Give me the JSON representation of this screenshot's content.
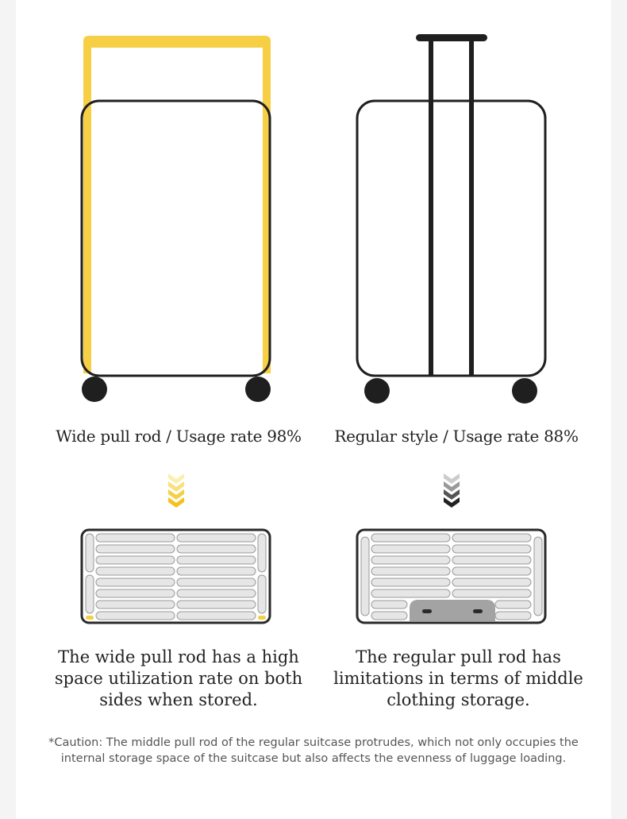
{
  "left": {
    "title": "Wide pull rod / Usage rate 98%",
    "description": "The wide pull rod has a high space utilization rate on both sides when stored.",
    "accent_color": "#F6CF45"
  },
  "right": {
    "title": "Regular style / Usage rate 88%",
    "description": "The regular pull rod has limitations in terms of middle clothing storage.",
    "accent_color": "#333333"
  },
  "caution": "*Caution: The middle pull rod of the regular suitcase protrudes, which not only occupies the internal storage space of the suitcase but also affects the evenness of luggage loading."
}
